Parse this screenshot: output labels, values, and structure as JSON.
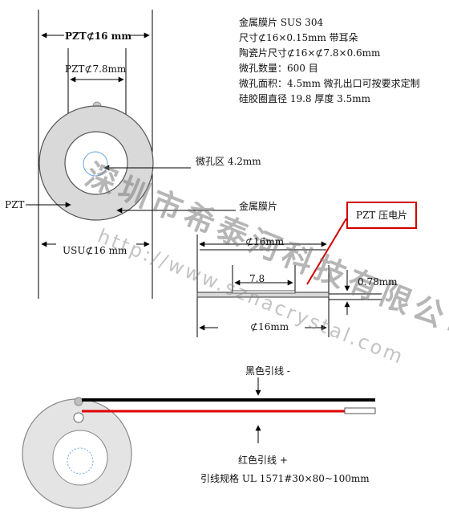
{
  "specs": [
    "金属膜片 SUS 304",
    "尺寸⊄16×0.15mm  带耳朵",
    "陶瓷片尺寸⊄16×⊄7.8×0.6mm",
    "微孔数量：600 目",
    "微孔面积：4.5mm  微孔出口可按要求定制",
    "硅胶圈直径 19.8  厚度 3.5mm"
  ],
  "top_view": {
    "pzt_outer_dim": "PZT⊄16 mm",
    "pzt_inner_dim": "PZT⊄7.8mm",
    "microhole_area": "微孔区 4.2mm",
    "pzt_label": "PZT",
    "metal_film": "金属膜片",
    "usu_dim": "USU⊄16 mm"
  },
  "side_view": {
    "callout": "PZT 压电片",
    "top_dim": "⊄16mm",
    "inner_dim": "7.8",
    "thickness": "0.78mm",
    "bottom_dim": "⊄16mm"
  },
  "wire_view": {
    "black_wire": "黑色引线 -",
    "red_wire": "红色引线 +",
    "spec": "引线规格  UL   1571#30×80~100mm"
  },
  "watermark": {
    "company": "深圳市希泰河科技有限公司",
    "url": "http://www.sznacrystal.com"
  },
  "colors": {
    "ring": "#d9d9d9",
    "line": "#000000",
    "red_wire": "#e00000",
    "callout_border": "#d00000",
    "microhole": "#6aa8e0"
  }
}
